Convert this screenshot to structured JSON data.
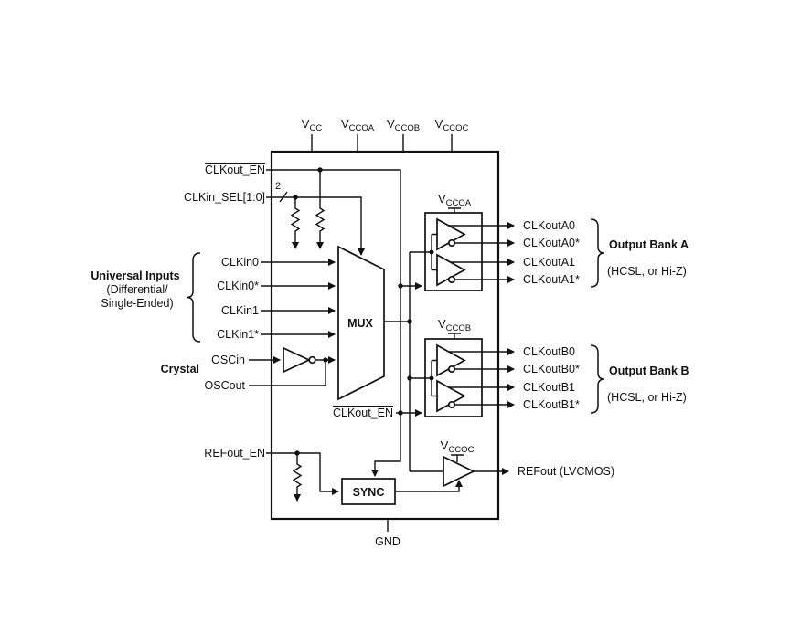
{
  "power_pins": [
    {
      "base": "V",
      "sub": "CC"
    },
    {
      "base": "V",
      "sub": "CCOA"
    },
    {
      "base": "V",
      "sub": "CCOB"
    },
    {
      "base": "V",
      "sub": "CCOC"
    }
  ],
  "ground_pin": "GND",
  "pins": {
    "clkout_en": "CLKout_EN",
    "clkin_sel": "CLKin_SEL[1:0]",
    "clkin_sel_width": "2",
    "clkin0": "CLKin0",
    "clkin0_n": "CLKin0*",
    "clkin1": "CLKin1",
    "clkin1_n": "CLKin1*",
    "oscin": "OSCin",
    "oscout": "OSCout",
    "refout_en": "REFout_EN"
  },
  "annotations": {
    "universal_inputs": "Universal Inputs",
    "universal_inputs_line2": "(Differential/",
    "universal_inputs_line3": "Single-Ended)",
    "crystal": "Crystal"
  },
  "blocks": {
    "mux": "MUX",
    "sync": "SYNC",
    "clkout_en_internal": "CLKout_EN"
  },
  "internal_power": [
    {
      "base": "V",
      "sub": "CCOA"
    },
    {
      "base": "V",
      "sub": "CCOB"
    },
    {
      "base": "V",
      "sub": "CCOC"
    }
  ],
  "bank_a": {
    "outputs": [
      "CLKoutA0",
      "CLKoutA0*",
      "CLKoutA1",
      "CLKoutA1*"
    ],
    "title": "Output Bank A",
    "subtitle": "(HCSL, or Hi-Z)"
  },
  "bank_b": {
    "outputs": [
      "CLKoutB0",
      "CLKoutB0*",
      "CLKoutB1",
      "CLKoutB1*"
    ],
    "title": "Output Bank B",
    "subtitle": "(HCSL, or Hi-Z)"
  },
  "refout": "REFout (LVCMOS)"
}
